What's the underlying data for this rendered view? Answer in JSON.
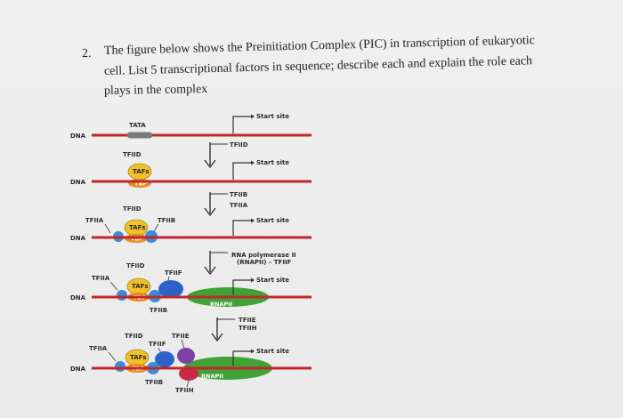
{
  "question": {
    "number": "2.",
    "line1": "The figure below shows the Preinitiation Complex (PIC) in transcription of eukaryotic",
    "line2": "cell. List 5 transcriptional factors in sequence; describe each and explain the role each",
    "line3": "plays in the complex"
  },
  "figure": {
    "colors": {
      "dna_red": "#c0282d",
      "tata_grey": "#7a7a7a",
      "tbp_orange": "#e98a1f",
      "tafs_yellow": "#f1c12a",
      "tfiib_blue": "#3a8bd6",
      "rnap_green": "#3fa235",
      "tfiif_blue": "#2d63c8",
      "tfiie_purple": "#7e3fa6",
      "tfiih_red": "#c92a4a"
    },
    "step1": {
      "dna": "DNA",
      "tata": "TATA",
      "start": "Start site"
    },
    "step2": {
      "arrow": "TFIID",
      "tfiid": "TFIID",
      "tafs": "TAFs",
      "tbp": "TBP",
      "dna": "DNA",
      "start": "Start site"
    },
    "step3": {
      "arrow1": "TFIIB",
      "arrow2": "TFIIA",
      "tfiid": "TFIID",
      "tfiia": "TFIIA",
      "tfiib": "TFIIB",
      "tafs": "TAFs",
      "tbp": "TBP",
      "dna": "DNA",
      "start": "Start site"
    },
    "step4": {
      "arrow1": "RNA polymerase II",
      "arrow2": "(RNAPII) – TFIIF",
      "tfiid": "TFIID",
      "tfiif": "TFIIF",
      "tfiia": "TFIIA",
      "tafs": "TAFs",
      "tbp": "TBP",
      "dna": "DNA",
      "rnap": "RNAPII",
      "tfiib": "TFIIB",
      "start": "Start site"
    },
    "step5": {
      "arrow1": "TFIIE",
      "arrow2": "TFIIH",
      "tfiid": "TFIID",
      "tfiie": "TFIIE",
      "tfiif": "TFIIF",
      "tfiia": "TFIIA",
      "tafs": "TAFs",
      "tbp": "TBP",
      "dna": "DNA",
      "rnap": "RNAPII",
      "tfiib": "TFIIB",
      "tfiih": "TFIIH",
      "start": "Start site"
    }
  }
}
